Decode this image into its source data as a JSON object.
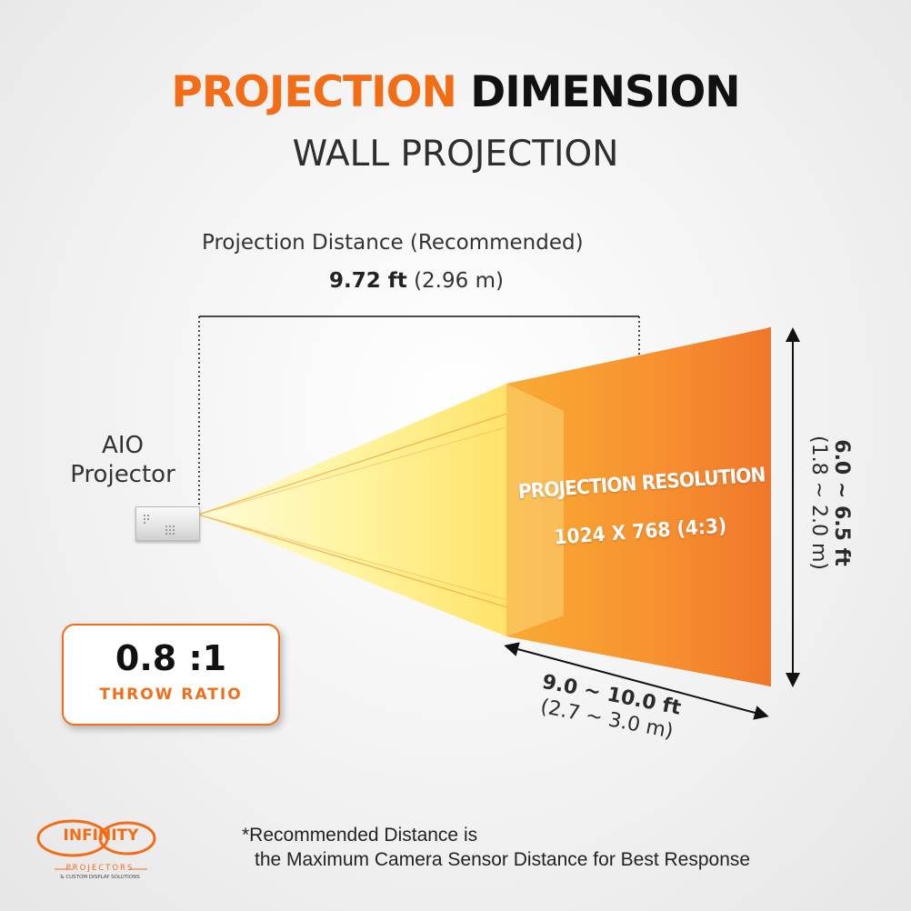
{
  "title": {
    "part1": "PROJECTION",
    "part2": "DIMENSION"
  },
  "subtitle": "WALL PROJECTION",
  "distance": {
    "label": "Projection Distance (Recommended)",
    "value_ft": "9.72 ft",
    "value_m": "(2.96 m)"
  },
  "projector": {
    "label_line1": "AIO",
    "label_line2": "Projector"
  },
  "screen": {
    "title": "PROJECTION RESOLUTION",
    "resolution": "1024 X 768 (4:3)"
  },
  "height": {
    "value_ft": "6.0 ~ 6.5 ft",
    "value_m": "(1.8 ~ 2.0 m)"
  },
  "width": {
    "value_ft": "9.0 ~ 10.0 ft",
    "value_m": "(2.7 ~ 3.0 m)"
  },
  "throw_ratio": {
    "value": "0.8 :1",
    "label": "THROW  RATIO"
  },
  "note": {
    "line1": "*Recommended Distance is",
    "line2": "the Maximum Camera Sensor Distance for Best Response"
  },
  "logo": {
    "word": "INFINITY",
    "sub1": "PROJECTORS",
    "sub2": "& CUSTOM DISPLAY SOLUTIONS"
  },
  "colors": {
    "accent": "#f36d16",
    "screen_light": "#f7a431",
    "screen_dark": "#f07a2a",
    "beam": "#fff28a"
  }
}
